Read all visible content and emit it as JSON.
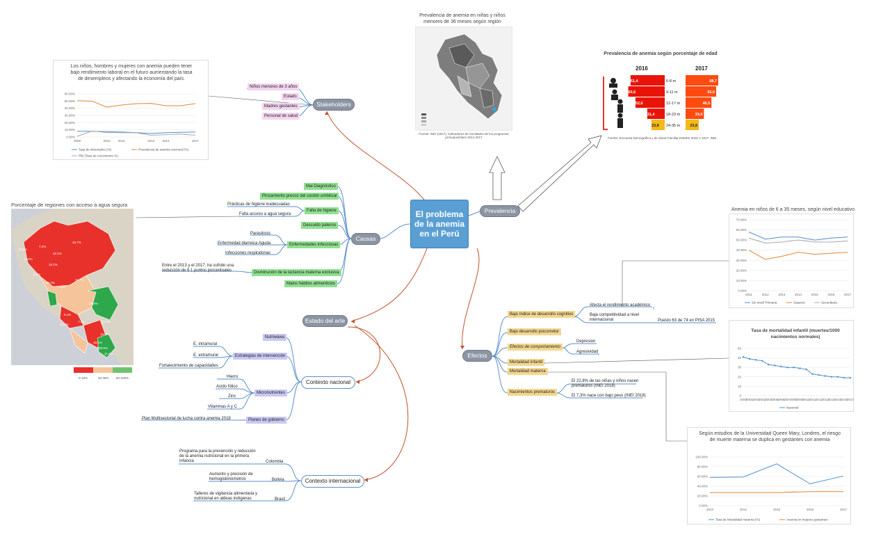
{
  "central": {
    "title": "El problema de la anemia en el Perú"
  },
  "nodes": {
    "stakeholders": "Stakeholders",
    "causas": "Causas",
    "prevalencia": "Prevalencia",
    "efectos": "Efectos",
    "estado_arte": "Estado del arte",
    "contexto_nacional": "Contexto nacional",
    "contexto_internacional": "Contexto internacional"
  },
  "stakeholders": [
    "Niños menores de 3 años",
    "Estado",
    "Madres gestantes",
    "Personal de salud"
  ],
  "causas": {
    "mal_diagnostico": "Mal Diagnóstico",
    "pinzamiento": "Pinzamiento precoz del cordón umbilical",
    "falta_higiene": "Falta de higiene",
    "practicas": "Prácticas de higiene inadecuadas",
    "agua": "Falta acceso a agua segura",
    "descuido": "Descuido paterno",
    "infecciosas": "Enfermedades infecciosas",
    "parasitosis": "Parasitosis",
    "diarreica": "Enfermedad diarreica Aguda",
    "respiratorias": "Infecciones respiratorias",
    "lactancia": "Disminución de la lactancia materna exclusiva",
    "lactancia_nota": "Entre el 2013 y el 2017, ha sufrido una reducción de  8.1 puntos porcentuales",
    "malos_habitos": "Malos hábitos alimenticios"
  },
  "efectos": {
    "bajo_indice": "Bajo índice de desarrollo cognitivo",
    "afecta": "Afecta el rendimiento académico",
    "baja_comp": "Baja competitividad a nivel internacional",
    "pisa": "Puesto 63 de 74 en PISA 2015",
    "psicomotor": "Bajo desarrollo psicomotor",
    "comportamiento": "Efectos de comportamiento",
    "depresion": "Depresion",
    "agresividad": "Agresividad",
    "mort_infantil": "Mortalidad infantil",
    "mort_materna": "Mortalidad materna",
    "prematuros": "Nacimientos prematuros",
    "prem_nota1": "El 22,8% de  las niñas y niños nacen prematuros (INEI  2018)",
    "prem_nota2": "El 7,3% nace con bajo peso (INEI  2018)"
  },
  "contexto_nacional": {
    "nutriwawa": "Nutriwawa",
    "estrategias": "Estrategias de intervención",
    "intramural": "E. intramural",
    "extramural": "E. extramural",
    "fortalecimiento": "Fortalecimiento de capacidades",
    "micronutrientes": "Micronutrientes",
    "hierro": "Hierro",
    "acido": "Acido fólico",
    "zinc": "Zinc",
    "vitaminas": "Vitaminas A y C",
    "planes": "Planes de gobierno",
    "plan_multi": "Plan Multisectorial de lucha contra anemia 2018"
  },
  "contexto_internacional": {
    "colombia": "Colombia",
    "colombia_nota": "Programa para la prevención y reducción de la anemia nutricional en la primera infancia",
    "bolivia": "Bolivia",
    "bolivia_nota": "Aumento y precisión de hemoglobinómetros",
    "brasil": "Brasil",
    "brasil_nota": "Talleres de vigilancia alimentaria y nutricional en aldeas indígenas"
  },
  "panels": {
    "desempleo": {
      "title": "Los niños, hombres y mujeres con anemia pueden tener bajo rendimiento laboral en el futuro aumentando la tasa de desempleos y afectando la economía del país.",
      "legend1": "Tasa de desempleo (%)",
      "legend2": "Prevalencia de anemia nacional (%)",
      "legend3": "PBI (Tasa de crecimiento %)"
    },
    "mapa_anemia": {
      "title": "Prevalencia de anemia en niñas y niños menores de 36 meses según región",
      "source": "Fuente: INEI (2017). Indicadores de resultados de los programas presupuestales 2012-2017"
    },
    "edad": {
      "title": "Prevalencia de anemia según porcentaje de edad",
      "year1": "2016",
      "year2": "2017",
      "source": "Fuente: Encuesta Demográfica y de Salud Familiar ENDES 2016 Y 2017. INEI"
    },
    "agua": {
      "title": "Porcentaje de regiones con acceso a agua segura"
    },
    "educativo": {
      "title": "Anemia en niños de 6 a 35 meses, según nivel educativo"
    },
    "mortalidad": {
      "title": "Tasa de mortalidad infantil (muertes/1000 nacimientos normales)",
      "legend": "Nacional"
    },
    "materna": {
      "title": "Según estudios de la Universidad Queen Mary, Londres, el riesgo de muerte materna se duplica en gestantes con anemia",
      "legend1": "Tasa de Mortalidad materna (%)",
      "legend2": "Anemia en mujeres gestantes"
    }
  },
  "chart_data": [
    {
      "type": "line",
      "title": "Los niños, hombres y mujeres con anemia pueden tener bajo rendimiento laboral en el futuro aumentando la tasa de desempleos y afectando la economía del país.",
      "x": [
        2009,
        2010,
        2011,
        2012,
        2013,
        2014,
        2015,
        2016,
        2017
      ],
      "ylim": [
        0,
        60
      ],
      "yticks": [
        "0.00%",
        "10.00%",
        "20.00%",
        "30.00%",
        "40.00%",
        "50.00%",
        "60.00%"
      ],
      "xticks": [
        "2009",
        "2010",
        "2011",
        "2012",
        "2013",
        "2017"
      ],
      "series": [
        {
          "name": "Tasa de desempleo (%)",
          "color": "#4a8fd0",
          "values": [
            8,
            8,
            7.5,
            7,
            6,
            5,
            6,
            6.5,
            7
          ]
        },
        {
          "name": "Prevalencia de anemia nacional (%)",
          "color": "#e8822b",
          "values": [
            50.4,
            50,
            41.6,
            44.5,
            46.4,
            46.8,
            43.5,
            43.6,
            46.6
          ]
        },
        {
          "name": "PBI (Tasa de crecimiento %)",
          "color": "#a8a8a8",
          "values": [
            1.1,
            8.3,
            6.3,
            6.1,
            5.9,
            2.4,
            3.3,
            4,
            2.5
          ]
        }
      ]
    },
    {
      "type": "table",
      "title": "Prevalencia de anemia según porcentaje de edad",
      "categories": [
        "6-8 m",
        "9-11 m",
        "12-17 m",
        "18-23 m",
        "24-35 m"
      ],
      "series": [
        {
          "name": "2016",
          "values": [
            "61,4",
            "65,6",
            "52,6",
            "31,4",
            "23,8"
          ]
        },
        {
          "name": "2017",
          "values": [
            "58,7",
            "55,0",
            "46,5",
            "33,0",
            "23,8"
          ]
        }
      ]
    },
    {
      "type": "line",
      "title": "Anemia en niños de 6 a 35 meses, según nivel educativo",
      "x": [
        2011,
        2012,
        2013,
        2014,
        2015,
        2016,
        2017
      ],
      "ylim": [
        0,
        70
      ],
      "yticks": [
        "0.00%",
        "10.00%",
        "20.00%",
        "30.00%",
        "40.00%",
        "50.00%",
        "60.00%",
        "70.00%"
      ],
      "series": [
        {
          "name": "Sin nivel/ Primaria",
          "color": "#4a8fd0",
          "values": [
            58,
            51,
            53,
            53,
            50,
            52,
            53
          ]
        },
        {
          "name": "Superior",
          "color": "#e8822b",
          "values": [
            40,
            31,
            34,
            38,
            36,
            37,
            38
          ]
        },
        {
          "name": "Secundaria",
          "color": "#a8a8a8",
          "values": [
            52,
            47,
            48,
            50,
            48,
            48,
            49
          ]
        }
      ]
    },
    {
      "type": "line",
      "title": "Tasa de mortalidad infantil (muertes/1000 nacimientos normales)",
      "x": [
        2000,
        2001,
        2002,
        2003,
        2004,
        2005,
        2006,
        2007,
        2008,
        2009,
        2010,
        2011,
        2012,
        2013,
        2014,
        2015,
        2016,
        2017
      ],
      "ylim": [
        0,
        50
      ],
      "yticks": [
        "0",
        "10",
        "20",
        "30",
        "40",
        "50"
      ],
      "series": [
        {
          "name": "Nacional",
          "color": "#4a8fd0",
          "values": [
            41,
            39,
            38,
            37,
            33,
            32,
            31,
            30,
            30,
            29,
            28,
            23,
            22,
            21,
            20,
            20,
            19,
            19
          ]
        }
      ]
    },
    {
      "type": "line",
      "title": "Según estudios de la Universidad Queen Mary, Londres, el riesgo de muerte materna se duplica en gestantes con anemia",
      "x": [
        2013,
        2014,
        2015,
        2016,
        2017
      ],
      "ylim": [
        0,
        100
      ],
      "yticks": [
        "0.00%",
        "20.00%",
        "40.00%",
        "60.00%",
        "80.00%",
        "100.00%"
      ],
      "series": [
        {
          "name": "Tasa de Mortalidad materna (%)",
          "color": "#4a8fd0",
          "values": [
            58,
            59,
            86,
            45,
            61
          ]
        },
        {
          "name": "Anemia en mujeres gestantes",
          "color": "#e8822b",
          "values": [
            27,
            27,
            27,
            29,
            29
          ]
        }
      ]
    }
  ],
  "map_regions": {
    "agua": [
      "16.7%",
      "13.1%",
      "7.2%",
      "22.5%",
      "15.2%",
      "11.7%",
      "13.6%",
      "9.5%",
      "20.9%",
      "33.3%",
      "7.1%",
      "8.4%",
      "7.2%",
      "13.3%",
      "30.0%",
      "12.8%",
      "16.1%",
      "99.9%",
      "11.2%"
    ],
    "legend": [
      "0-19%",
      "20-49%",
      "50-100%"
    ],
    "colors": [
      "#e8312a",
      "#f5c49a",
      "#2da84a"
    ]
  }
}
